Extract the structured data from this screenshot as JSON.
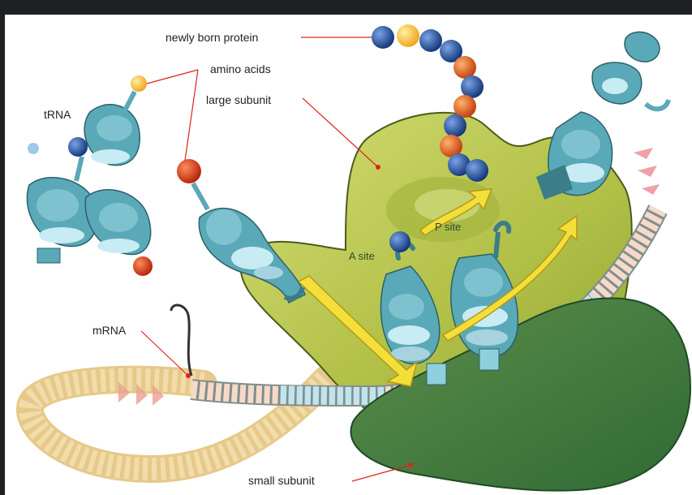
{
  "diagram": {
    "labels": {
      "newly_born_protein": "newly born protein",
      "amino_acids": "amino acids",
      "large_subunit": "large subunit",
      "trna": "tRNA",
      "mrna": "mRNA",
      "a_site": "A site",
      "p_site": "P site",
      "small_subunit": "small subunit"
    },
    "colors": {
      "large_subunit": "#b7c64a",
      "small_subunit": "#3f7a3a",
      "trna": "#5aa9b8",
      "amino_blue": "#1f4fa6",
      "amino_orange": "#e0531a",
      "label_pointer": "#e0231a",
      "arrow": "#f3df3a"
    }
  }
}
